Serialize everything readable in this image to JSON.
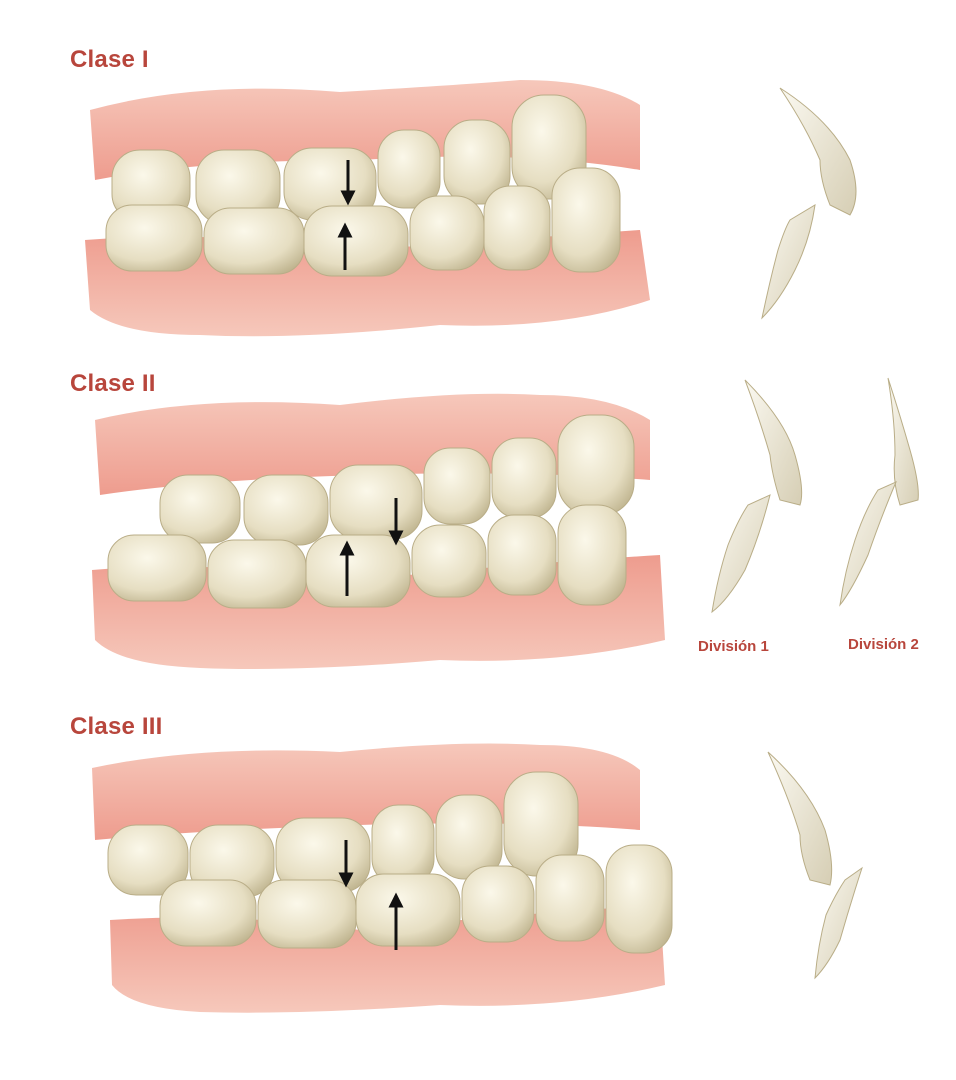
{
  "title": "",
  "colors": {
    "gum": "#f3b3a5",
    "gum_dark": "#e9887a",
    "tooth": "#ece5cc",
    "tooth_shadow": "#c9bf9c",
    "label": "#b8463c",
    "arrow": "#111111"
  },
  "panels": [
    {
      "id": "class-1",
      "label": "Clase I"
    },
    {
      "id": "class-2",
      "label": "Clase II"
    },
    {
      "id": "class-3",
      "label": "Clase III"
    }
  ],
  "division_labels": [
    "División 1",
    "División 2"
  ]
}
